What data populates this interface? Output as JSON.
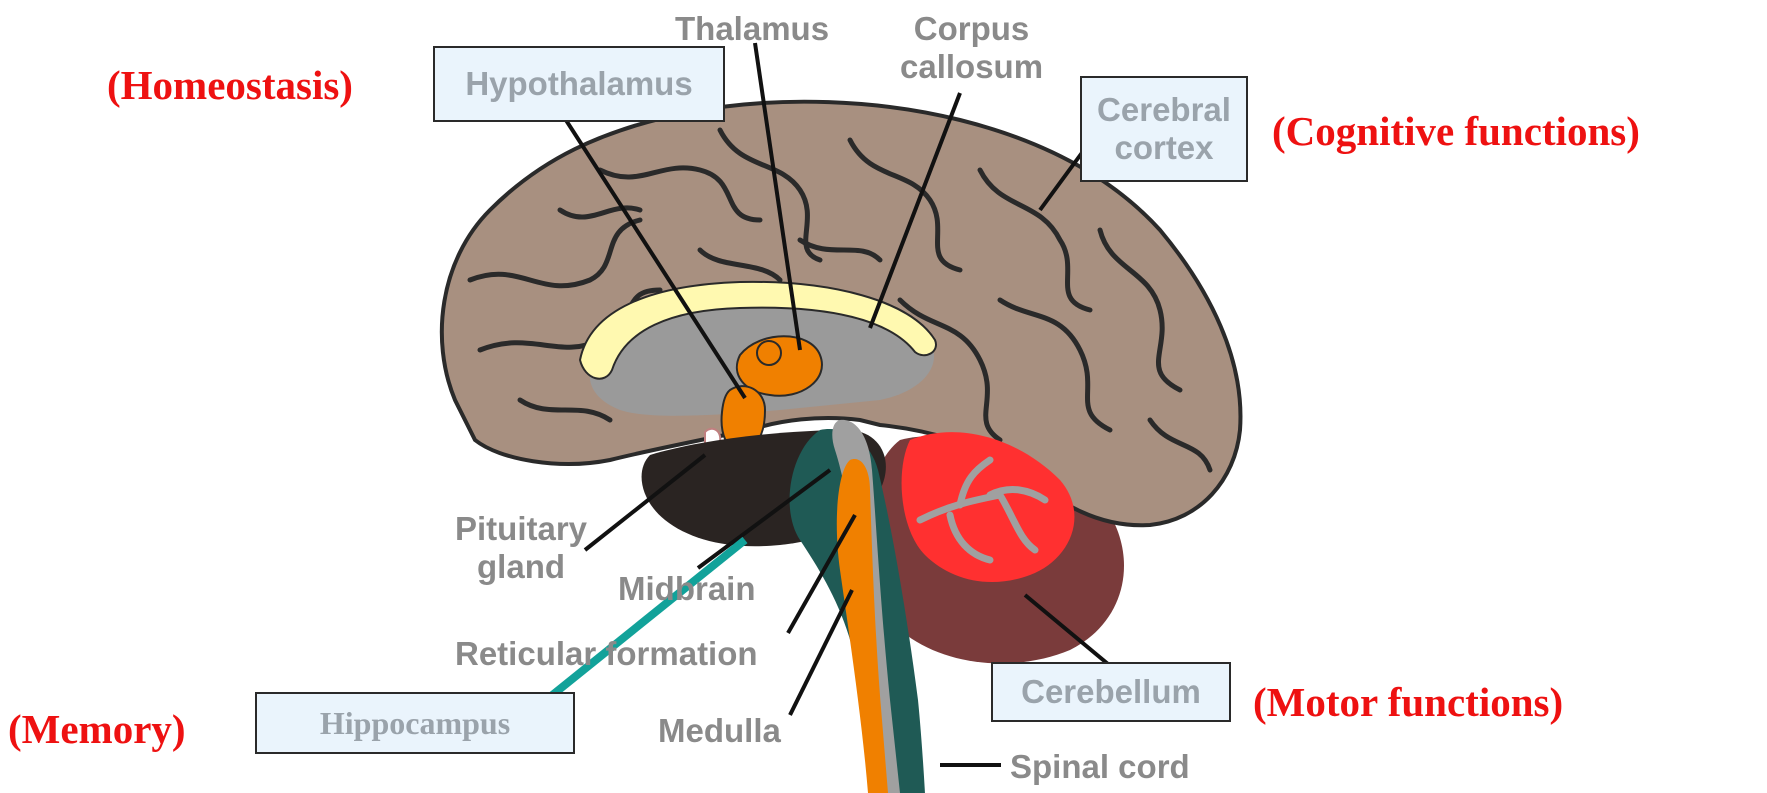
{
  "structures": {
    "thalamus": "Thalamus",
    "corpus_callosum_line1": "Corpus",
    "corpus_callosum_line2": "callosum",
    "hypothalamus": "Hypothalamus",
    "cerebral_cortex_line1": "Cerebral",
    "cerebral_cortex_line2": "cortex",
    "pituitary_line1": "Pituitary",
    "pituitary_line2": "gland",
    "midbrain": "Midbrain",
    "reticular_formation": "Reticular formation",
    "hippocampus": "Hippocampus",
    "medulla": "Medulla",
    "cerebellum": "Cerebellum",
    "spinal_cord": "Spinal cord"
  },
  "functions": {
    "homeostasis": "(Homeostasis)",
    "cognitive": "(Cognitive functions)",
    "motor": "(Motor functions)",
    "memory": "(Memory)"
  },
  "colors": {
    "function_text": "#ee1111",
    "structure_text": "#8a8a8a",
    "box_fill": "#eaf4fc",
    "cortex": "#a89080",
    "corpus_callosum": "#fff9b0",
    "thalamus": "#f08000",
    "cerebellum": "#ff3030",
    "brainstem": "#1f5a55",
    "hippocampus_pointer": "#12a29a"
  }
}
